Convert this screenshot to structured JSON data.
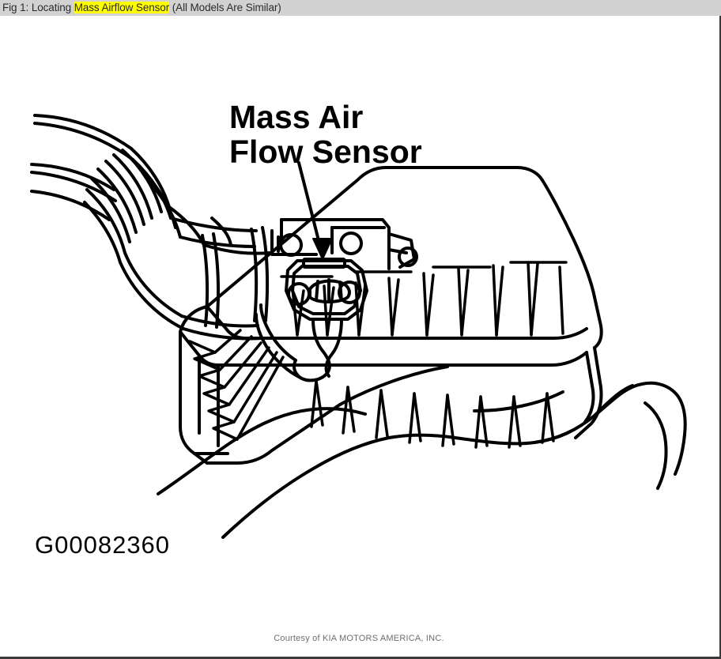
{
  "caption": {
    "prefix": "Fig 1: Locating ",
    "highlighted": "Mass Airflow Sensor",
    "suffix": " (All Models Are Similar)",
    "highlight_color": "#ffff00",
    "bar_color": "#d2d2d2"
  },
  "figure": {
    "callout_label_line1": "Mass Air",
    "callout_label_line2": "Flow Sensor",
    "image_id": "G00082360",
    "line_color": "#000000",
    "background_color": "#ffffff",
    "subject": "engine-air-cleaner-box-with-mass-airflow-sensor",
    "parts": [
      "air-intake-duct-bellows",
      "mass-airflow-sensor",
      "air-cleaner-housing",
      "engine-background-contour"
    ]
  },
  "footer": {
    "courtesy": "Courtesy of KIA MOTORS AMERICA, INC."
  }
}
